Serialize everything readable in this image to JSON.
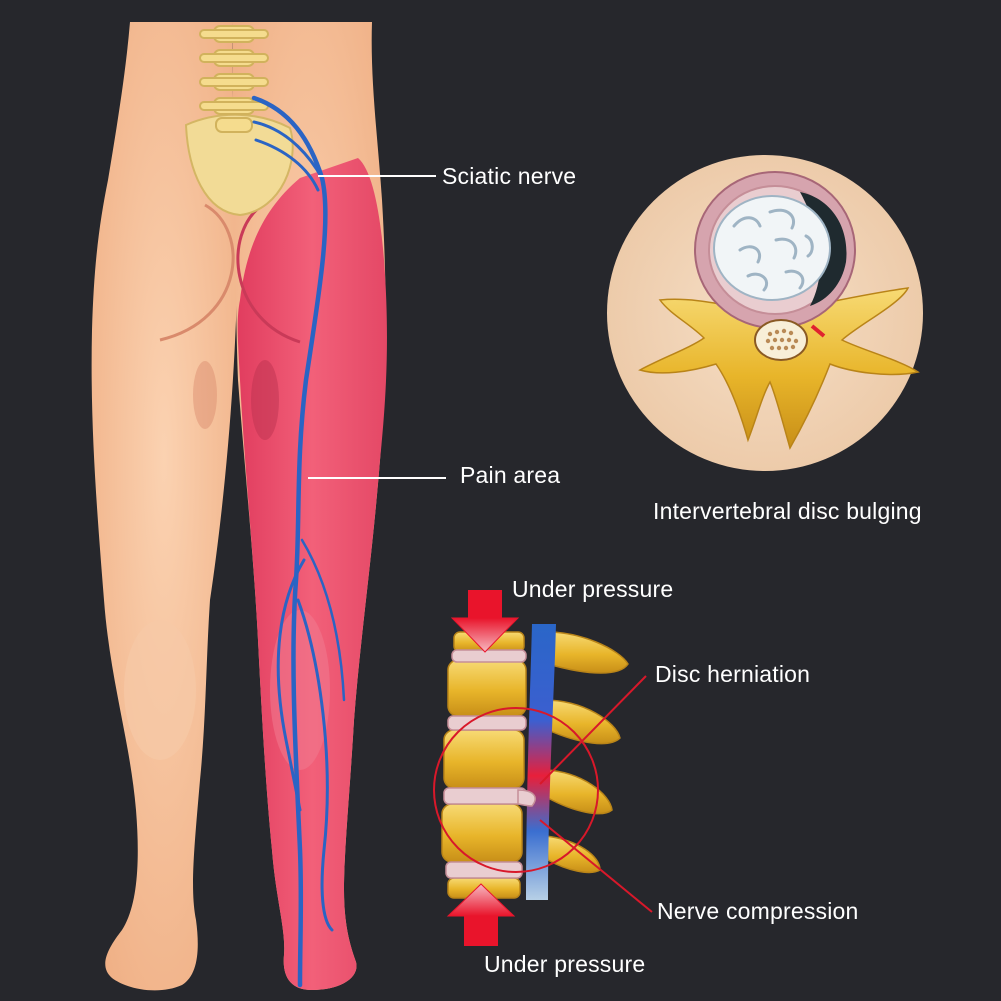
{
  "labels": {
    "sciatic_nerve": "Sciatic nerve",
    "pain_area": "Pain area",
    "disc_bulging": "Intervertebral disc bulging",
    "pressure_top": "Under pressure",
    "disc_herniation": "Disc herniation",
    "nerve_compression": "Nerve compression",
    "pressure_bottom": "Under pressure"
  },
  "colors": {
    "background": "#26272c",
    "skin": "#f6c09a",
    "pain_area": "#ec4f6e",
    "nerve": "#2a64c4",
    "bone": "#f0c13c",
    "disc": "#e9cdd0",
    "pointer_red": "#d8182a",
    "leader_line": "#ffffff"
  }
}
